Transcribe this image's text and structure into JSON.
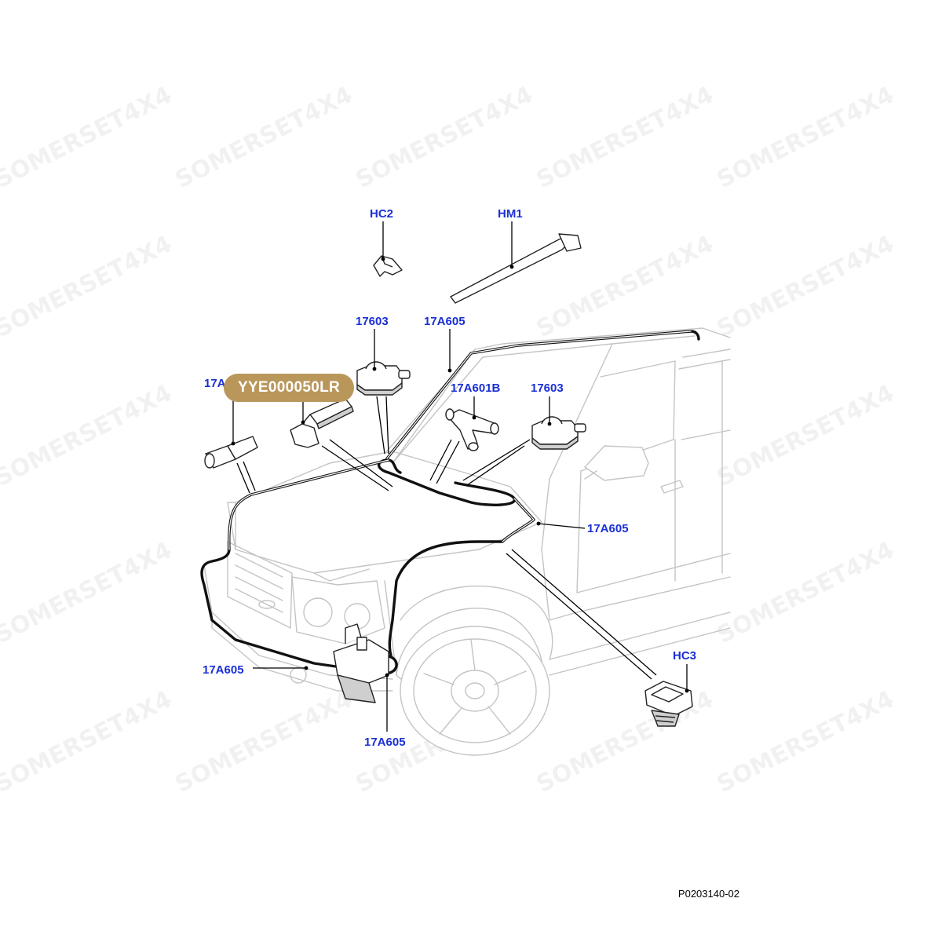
{
  "watermark": {
    "text": "SOMERSET4X4"
  },
  "highlight_badge": {
    "text": "YYE000050LR"
  },
  "figure_code": "P0203140-02",
  "callouts": {
    "hc2": "HC2",
    "hm1": "HM1",
    "reservoir_top": "17603",
    "hose_top": "17A605",
    "partial_left": "17A",
    "connector": "17A601B",
    "reservoir_right": "17603",
    "hose_right": "17A605",
    "hose_left": "17A605",
    "hose_bottom": "17A605",
    "hc3": "HC3"
  },
  "colors": {
    "callout": "#1a2fd6",
    "badge": "#b9975b",
    "vehicle_outline": "#c4c4c4",
    "hose": "#111111"
  }
}
